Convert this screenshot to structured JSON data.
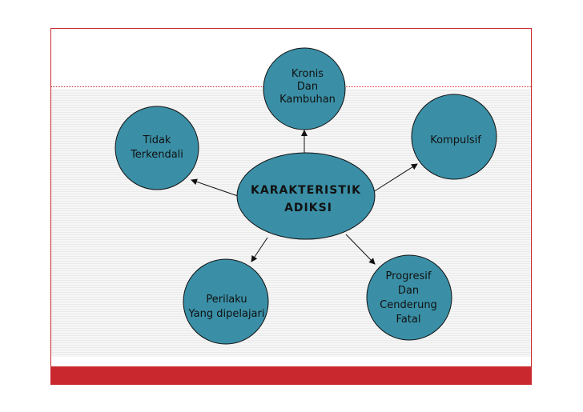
{
  "colors": {
    "node_fill": "#3a8fa6",
    "node_stroke": "#111111",
    "accent_red": "#c8282e",
    "arrow": "#111111"
  },
  "center": {
    "line1": "KARAKTERISTIK",
    "line2": "ADIKSI"
  },
  "nodes": {
    "kronis": {
      "line1": "Kronis",
      "line2": "Dan",
      "line3": "Kambuhan"
    },
    "tidak_terkendali": {
      "line1": "Tidak",
      "line2": "Terkendali"
    },
    "kompulsif": {
      "line1": "Kompulsif"
    },
    "perilaku": {
      "line1": "Perilaku",
      "line2": "Yang dipelajari"
    },
    "progresif": {
      "line1": "Progresif",
      "line2": "Dan",
      "line3": "Cenderung",
      "line4": "Fatal"
    }
  }
}
